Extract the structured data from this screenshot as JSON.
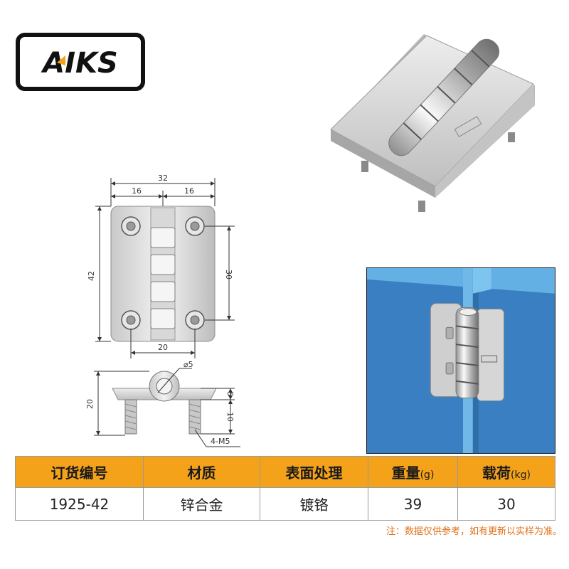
{
  "brand": {
    "logo_text": "AIKS"
  },
  "dimensions": {
    "width_total": "32",
    "half_left": "16",
    "half_right": "16",
    "height_total": "42",
    "hole_spacing_vertical": "30",
    "hole_spacing_horizontal": "20",
    "pin_diameter": "⌀5",
    "side_height": "20",
    "leaf_thickness": "5",
    "screw_length": "10",
    "screw_spec": "4-M5"
  },
  "spec_table": {
    "headers": [
      {
        "label": "订货编号",
        "unit": ""
      },
      {
        "label": "材质",
        "unit": ""
      },
      {
        "label": "表面处理",
        "unit": ""
      },
      {
        "label": "重量",
        "unit": "(g)"
      },
      {
        "label": "载荷",
        "unit": "(kg)"
      }
    ],
    "rows": [
      [
        "1925-42",
        "锌合金",
        "镀铬",
        "39",
        "30"
      ]
    ]
  },
  "note": "注：数据仅供参考，如有更新以实样为准。",
  "colors": {
    "header_bg": "#f5a21b",
    "note": "#e0721b",
    "photo_bg": "#3a7fc1"
  }
}
